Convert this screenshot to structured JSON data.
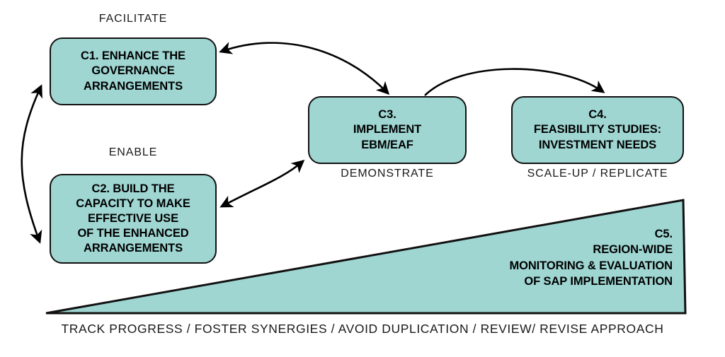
{
  "diagram": {
    "title": "SAP implementation component flow diagram",
    "colors": {
      "node_fill": "#9fd6d2",
      "node_border": "#111111",
      "text": "#000000",
      "caption_text": "#1a1a1a",
      "background": "#ffffff"
    },
    "nodes": [
      {
        "id": "c1",
        "label": "C1. ENHANCE THE\nGOVERNANCE\nARRANGEMENTS",
        "caption": "FACILITATE"
      },
      {
        "id": "c2",
        "label": "C2. BUILD THE\nCAPACITY TO MAKE\nEFFECTIVE USE\nOF THE ENHANCED\nARRANGEMENTS",
        "caption": "ENABLE"
      },
      {
        "id": "c3",
        "label": "C3.\nIMPLEMENT\nEBM/EAF",
        "caption": "DEMONSTRATE"
      },
      {
        "id": "c4",
        "label": "C4.\nFEASIBILITY STUDIES:\nINVESTMENT NEEDS",
        "caption": "SCALE-UP  /  REPLICATE"
      },
      {
        "id": "c5",
        "label": "C5.\nREGION-WIDE\nMONITORING & EVALUATION\nOF SAP IMPLEMENTATION",
        "caption": ""
      }
    ],
    "connectors": [
      {
        "id": "c1-c2",
        "from": "C1",
        "to": "C2",
        "style": "double-headed curved arrow"
      },
      {
        "id": "c1-c3",
        "from": "C1",
        "to": "C3",
        "style": "double-headed curved arrow"
      },
      {
        "id": "c2-c3",
        "from": "C2",
        "to": "C3",
        "style": "double-headed curved arrow"
      },
      {
        "id": "c3-c4",
        "from": "C3",
        "to": "C4",
        "style": "single curved arrow"
      }
    ],
    "bottom_caption": "TRACK PROGRESS / FOSTER SYNERGIES / AVOID DUPLICATION / REVIEW/ REVISE APPROACH"
  }
}
